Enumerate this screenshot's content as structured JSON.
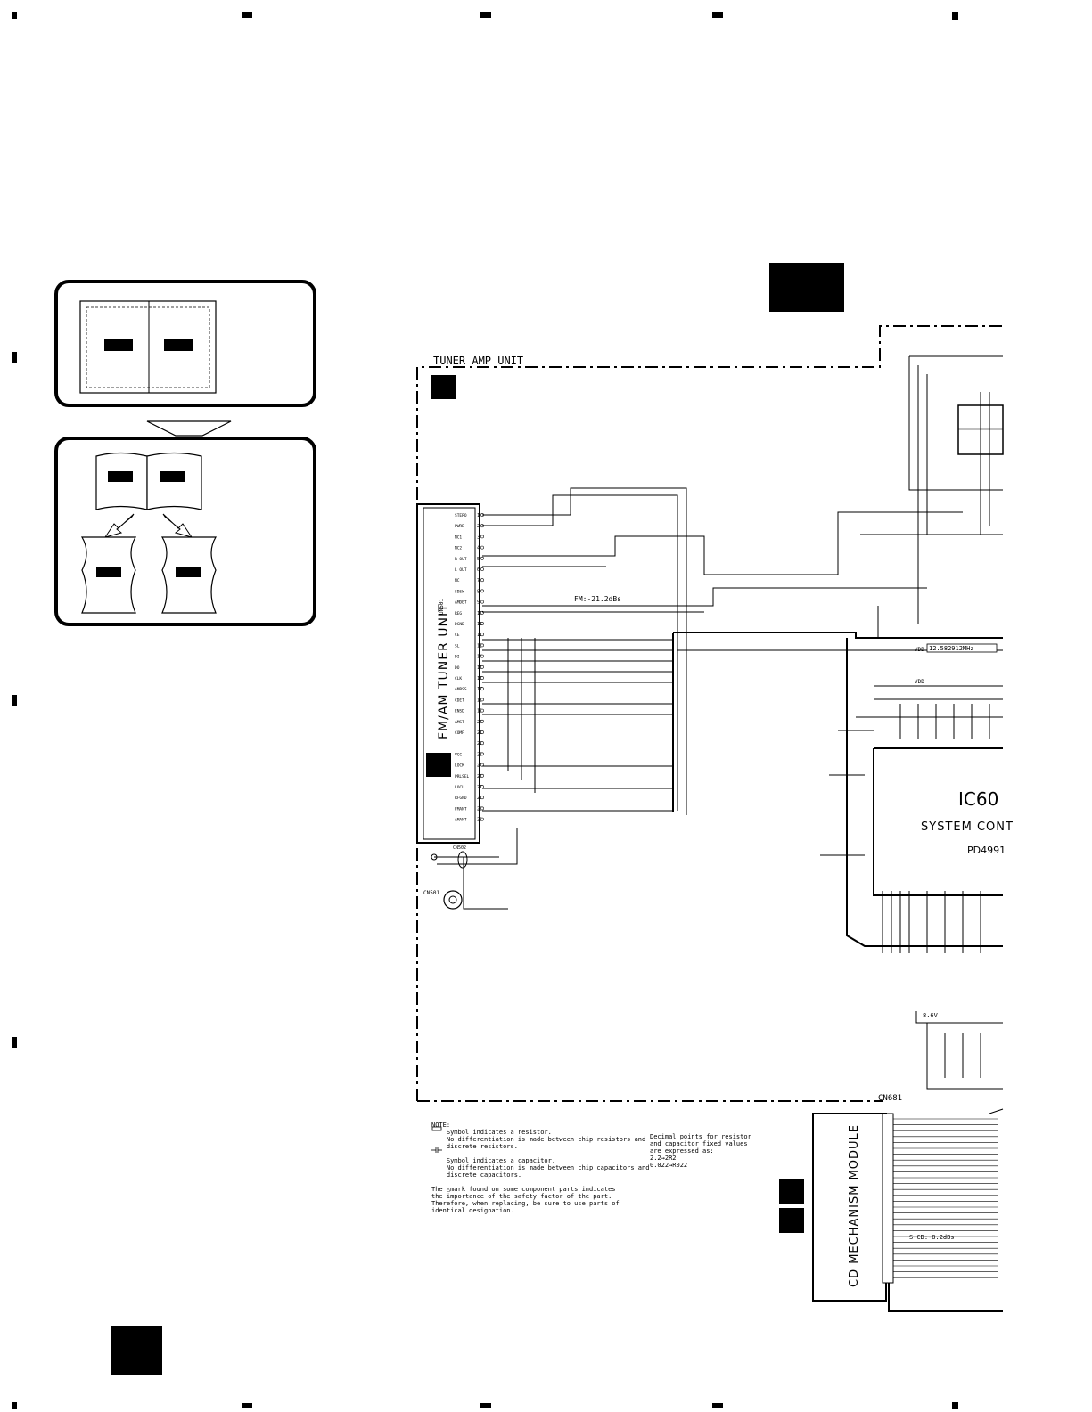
{
  "tuner_amp_unit": {
    "label": "TUNER AMP UNIT"
  },
  "tuner_module": {
    "label": "FM/AM TUNER UNIT",
    "ref": "UN501",
    "pins_left": [
      "STERO",
      "PWRB",
      "NC1",
      "NC2",
      "R OUT",
      "L OUT",
      "NC",
      "SDSW",
      "AMDET",
      "REG",
      "DGND",
      "CE",
      "SL",
      "DI",
      "DO",
      "CLK",
      "AMPSS",
      "CDET",
      "ENSD",
      "AMST",
      "COMP",
      "",
      "VCC",
      "LOCK",
      "PRLSEL",
      "LOCL",
      "RFGND",
      "FMANT",
      "AMANT"
    ],
    "pin_numbers": [
      "1",
      "2",
      "3",
      "4",
      "5",
      "6",
      "7",
      "8",
      "9",
      "10",
      "11",
      "12",
      "13",
      "14",
      "15",
      "16",
      "17",
      "18",
      "19",
      "20",
      "21",
      "22",
      "23",
      "24",
      "25",
      "26",
      "27",
      "28",
      "29"
    ]
  },
  "ic_system": {
    "label": "IC60",
    "name": "SYSTEM CONT",
    "part": "PD4991"
  },
  "cd_module": {
    "label": "CD MECHANISM MODULE",
    "connector": "CN681"
  },
  "signals": {
    "fm_level": "FM:-21.2dBs",
    "cd_level": "S-CD:-8.2dBs",
    "vdd": "VDD",
    "vdd2": "VDD",
    "xtal": "12.582912MHz",
    "supply": "8.6V",
    "cn501": "CN501",
    "cn502": "CN502"
  },
  "notes": {
    "title": "NOTE:",
    "body": "    Symbol indicates a resistor.\n    No differentiation is made between chip resistors and\n    discrete resistors.\n\n    Symbol indicates a capacitor.\n    No differentiation is made between chip capacitors and\n    discrete capacitors.\n\nThe △mark found on some component parts indicates\nthe importance of the safety factor of the part.\nTherefore, when replacing, be sure to use parts of\nidentical designation.",
    "decimal": "Decimal points for resistor\nand capacitor fixed values\nare expressed as:\n2.2→2R2\n0.022→R022"
  }
}
